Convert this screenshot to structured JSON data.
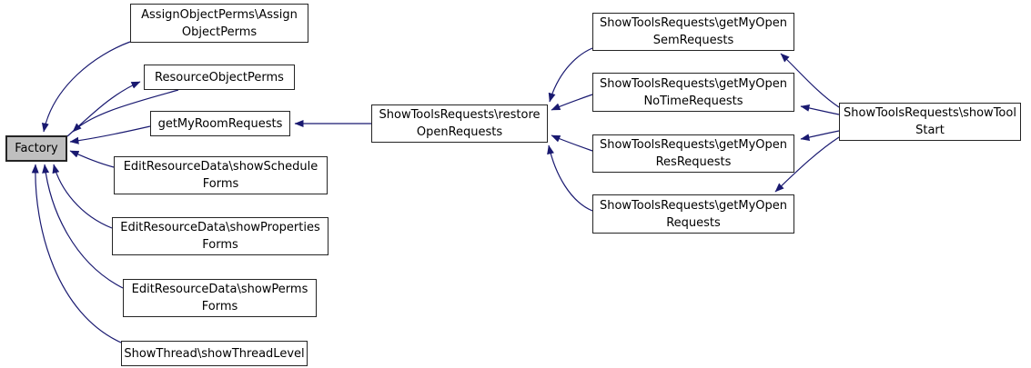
{
  "colors": {
    "edge": "#191970",
    "node_border": "#242424",
    "node_fill": "#ffffff",
    "highlight_fill": "#bfbfbf",
    "background": "#ffffff",
    "text": "#000000"
  },
  "graph": {
    "type": "caller-graph",
    "current_node": "Factory",
    "nodes": {
      "factory": {
        "lines": [
          "Factory"
        ]
      },
      "assign": {
        "lines": [
          "AssignObjectPerms\\Assign",
          "ObjectPerms"
        ]
      },
      "resource": {
        "lines": [
          "ResourceObjectPerms"
        ]
      },
      "room": {
        "lines": [
          "getMyRoomRequests"
        ]
      },
      "schedule": {
        "lines": [
          "EditResourceData\\showSchedule",
          "Forms"
        ]
      },
      "properties": {
        "lines": [
          "EditResourceData\\showProperties",
          "Forms"
        ]
      },
      "perms": {
        "lines": [
          "EditResourceData\\showPerms",
          "Forms"
        ]
      },
      "thread": {
        "lines": [
          "ShowThread\\showThreadLevel"
        ]
      },
      "restore": {
        "lines": [
          "ShowToolsRequests\\restore",
          "OpenRequests"
        ]
      },
      "sem": {
        "lines": [
          "ShowToolsRequests\\getMyOpen",
          "SemRequests"
        ]
      },
      "notime": {
        "lines": [
          "ShowToolsRequests\\getMyOpen",
          "NoTimeRequests"
        ]
      },
      "res": {
        "lines": [
          "ShowToolsRequests\\getMyOpen",
          "ResRequests"
        ]
      },
      "requests": {
        "lines": [
          "ShowToolsRequests\\getMyOpen",
          "Requests"
        ]
      },
      "start": {
        "lines": [
          "ShowToolsRequests\\showTool",
          "Start"
        ]
      }
    }
  }
}
